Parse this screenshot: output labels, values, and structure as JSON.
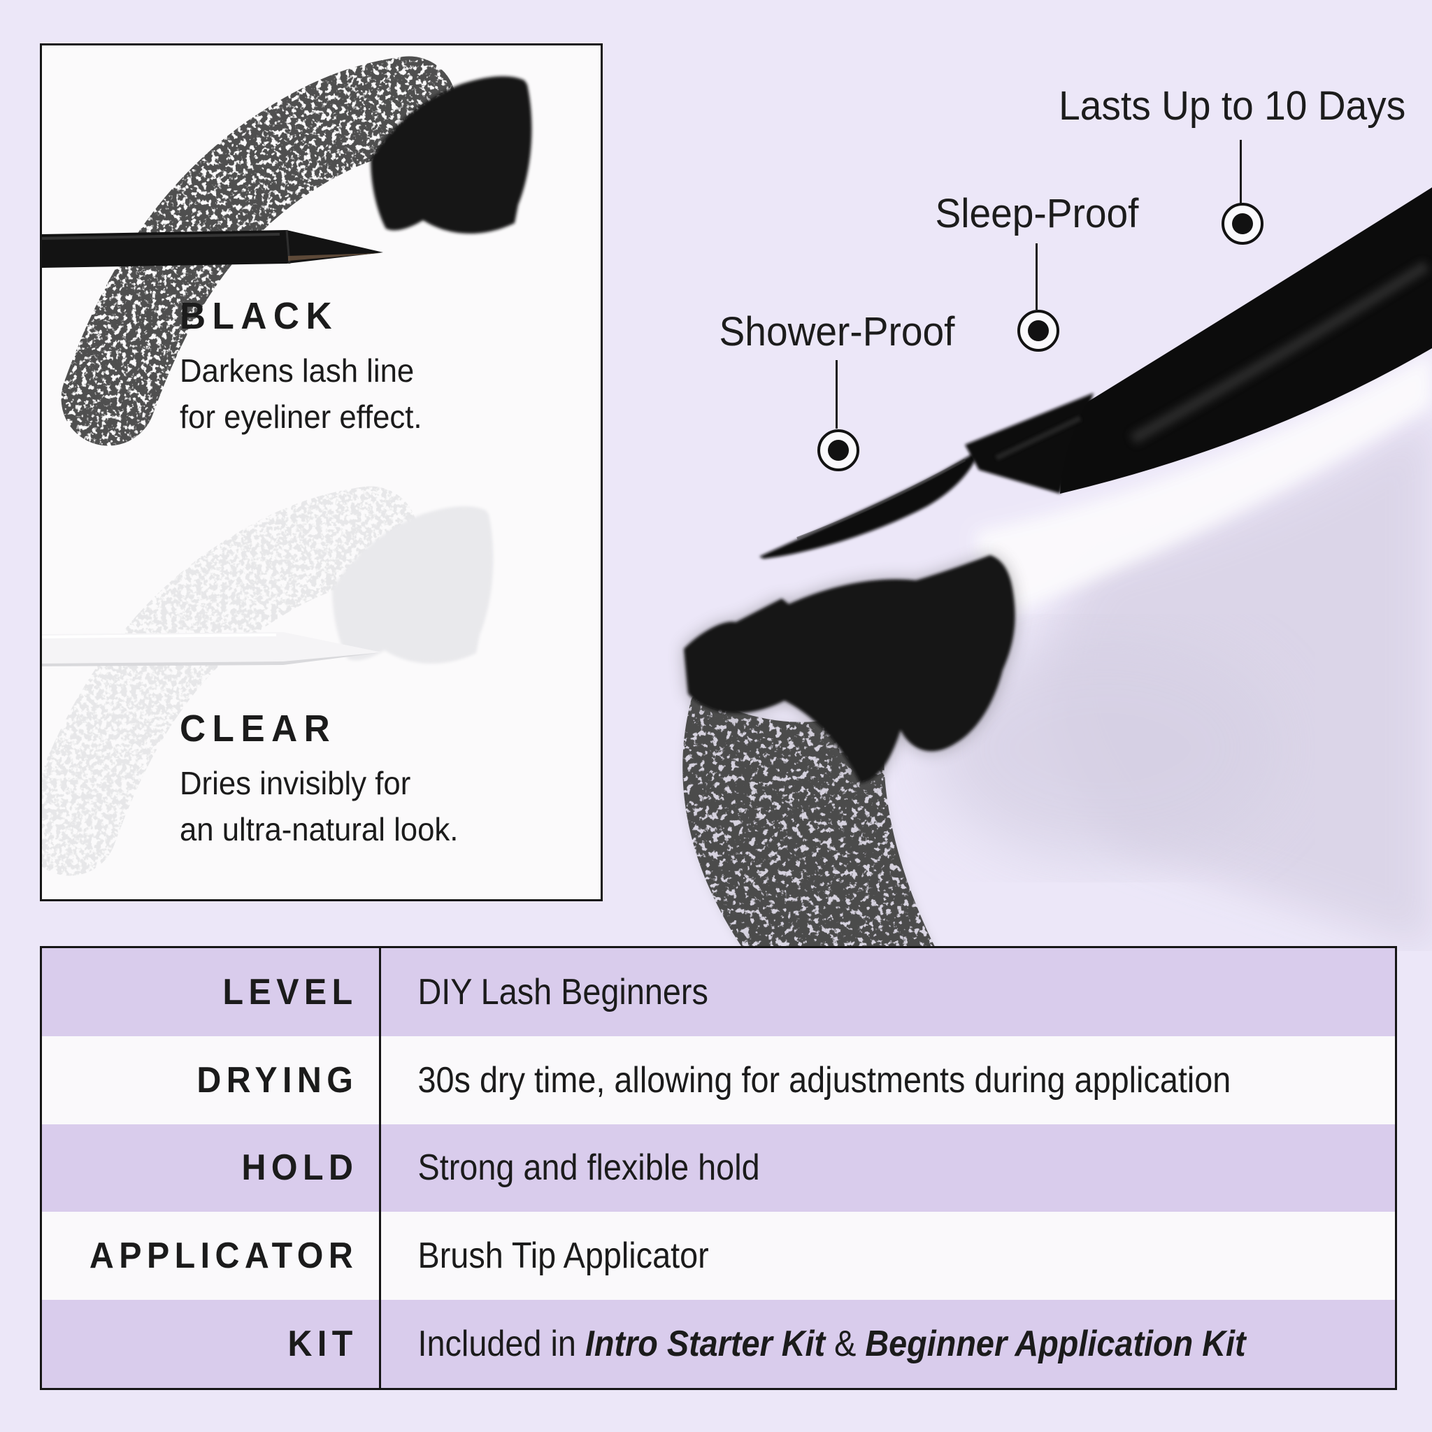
{
  "colors": {
    "background": "#ECE7F8",
    "row_purple": "#D9CCEC",
    "row_white": "#FAF9FB",
    "card_background": "#FBFAFB",
    "ink": "#1b1b1b",
    "pen_black": "#111111",
    "shadow": "#DAD4E7"
  },
  "card": {
    "black": {
      "title": "BLACK",
      "line1": "Darkens lash line",
      "line2": "for eyeliner effect."
    },
    "clear": {
      "title": "CLEAR",
      "line1": "Dries invisibly for",
      "line2": "an ultra-natural look."
    }
  },
  "callouts": {
    "lasts": "Lasts Up to 10 Days",
    "sleep": "Sleep-Proof",
    "shower": "Shower-Proof"
  },
  "table": {
    "rows": [
      {
        "label": "LEVEL",
        "value": "DIY Lash Beginners"
      },
      {
        "label": "DRYING",
        "value": "30s dry time, allowing for adjustments during application"
      },
      {
        "label": "HOLD",
        "value": "Strong and flexible hold"
      },
      {
        "label": "APPLICATOR",
        "value": "Brush Tip Applicator"
      },
      {
        "label": "KIT",
        "value_prefix": "Included in ",
        "kit1": "Intro Starter Kit",
        "amp": " & ",
        "kit2": "Beginner Application Kit"
      }
    ]
  }
}
